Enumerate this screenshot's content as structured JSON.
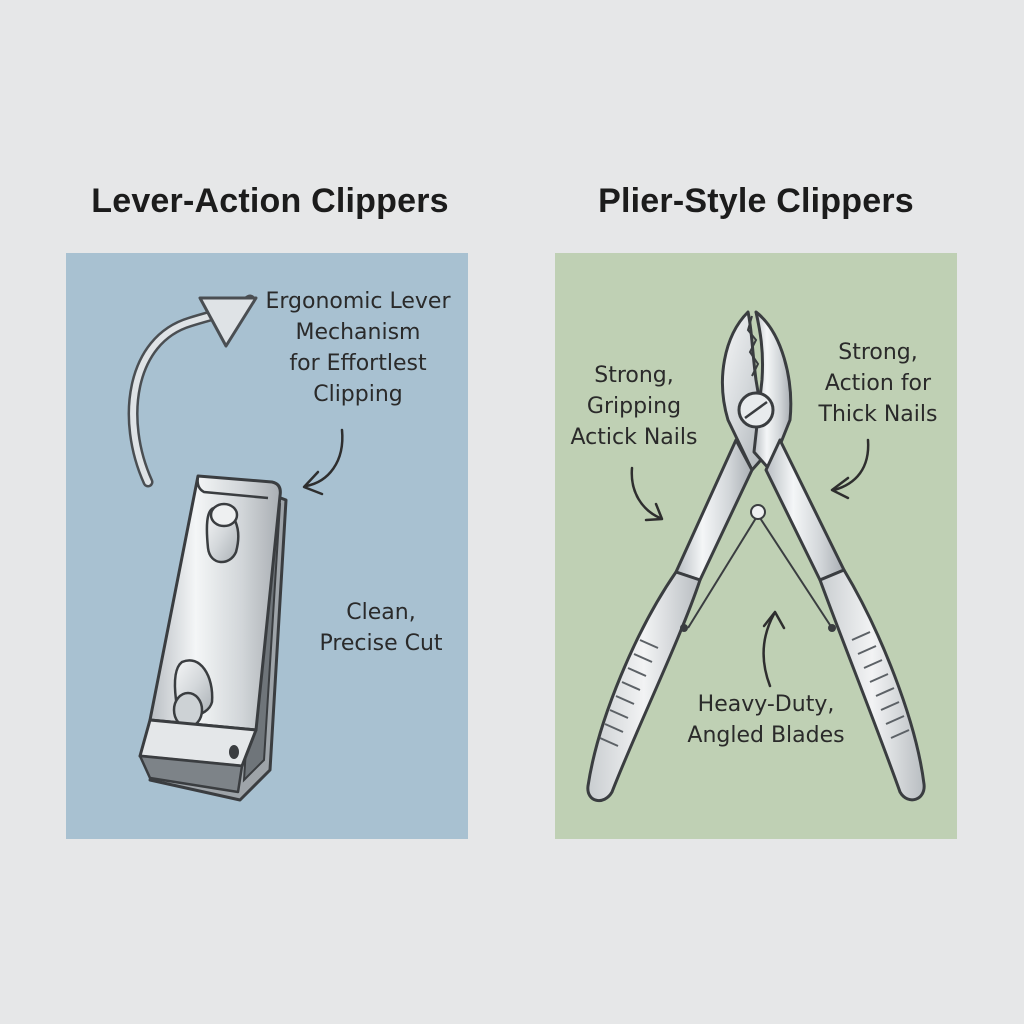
{
  "colors": {
    "page_background": "#e6e7e8",
    "left_panel": "#a8c1d1",
    "right_panel": "#bfd0b4",
    "ink": "#2a2a2a",
    "metal": "#dfe3e6"
  },
  "left": {
    "title": "Lever-Action Clippers",
    "lever_label": [
      "Ergonomic Lever",
      "Mechanism",
      "for Effortlest",
      "Clipping"
    ],
    "cut_label": [
      "Clean,",
      "Precise Cut"
    ]
  },
  "right": {
    "title": "Plier-Style Clippers",
    "left_label": [
      "Strong,",
      "Gripping",
      "Actick Nails"
    ],
    "right_label": [
      "Strong,",
      "Action for",
      "Thick Nails"
    ],
    "blade_label": [
      "Heavy-Duty,",
      "Angled Blades"
    ]
  },
  "icons": [
    "curved-arrow-icon",
    "lever-clipper-icon",
    "plier-clipper-icon"
  ]
}
